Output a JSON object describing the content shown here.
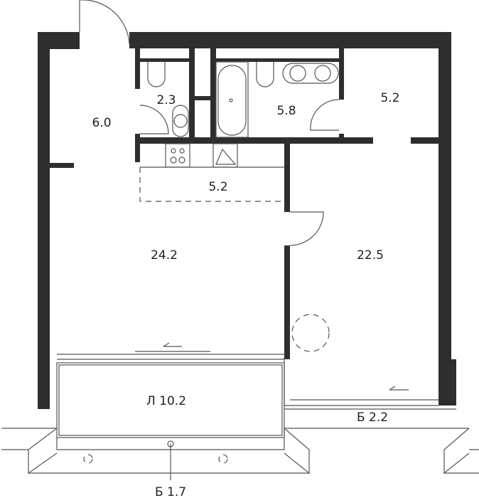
{
  "rooms": {
    "hall": "6.0",
    "toilet": "2.3",
    "bathroom": "5.8",
    "closet": "5.2",
    "kitchen": "5.2",
    "living_room": "24.2",
    "bedroom": "22.5",
    "loggia": "Л 10.2",
    "balcony_right": "Б 2.2",
    "balcony_bottom": "Б 1.7"
  },
  "colors": {
    "wall": "#2e2e2e",
    "line": "#555555"
  }
}
